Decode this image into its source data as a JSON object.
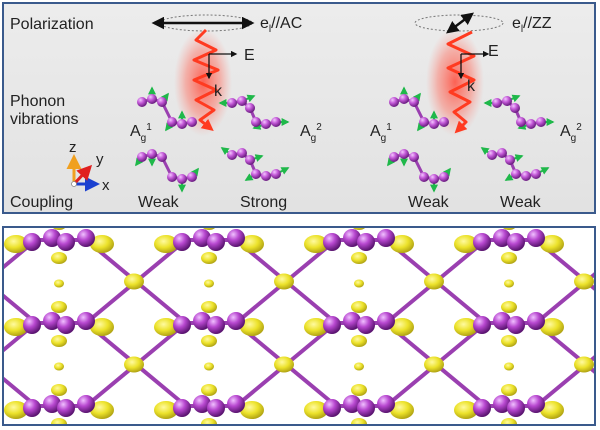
{
  "top": {
    "row_labels": {
      "polarization": "Polarization",
      "phonon_line1": "Phonon",
      "phonon_line2": "vibrations",
      "coupling": "Coupling"
    },
    "left": {
      "polarization_base": "e",
      "polarization_sub": "l",
      "polarization_suffix": "//AC",
      "field_label": "E",
      "wavevector_label": "k",
      "mode1_base": "A",
      "mode1_sub": "g",
      "mode1_sup": "1",
      "mode2_base": "A",
      "mode2_sub": "g",
      "mode2_sup": "2",
      "coupling1": "Weak",
      "coupling2": "Strong"
    },
    "right": {
      "polarization_base": "e",
      "polarization_sub": "l",
      "polarization_suffix": "//ZZ",
      "field_label": "E",
      "wavevector_label": "k",
      "mode1_base": "A",
      "mode1_sub": "g",
      "mode1_sup": "1",
      "mode2_base": "A",
      "mode2_sub": "g",
      "mode2_sup": "2",
      "coupling1": "Weak",
      "coupling2": "Weak"
    },
    "axes": {
      "z": "z",
      "y": "y",
      "x": "x"
    }
  },
  "colors": {
    "atom": "#b040c8",
    "arrow": "#1fb84a",
    "beam": "#ff3a2a",
    "density": "#e8e02a",
    "bond": "#9a3fb0",
    "frame": "#3a5a8c"
  }
}
